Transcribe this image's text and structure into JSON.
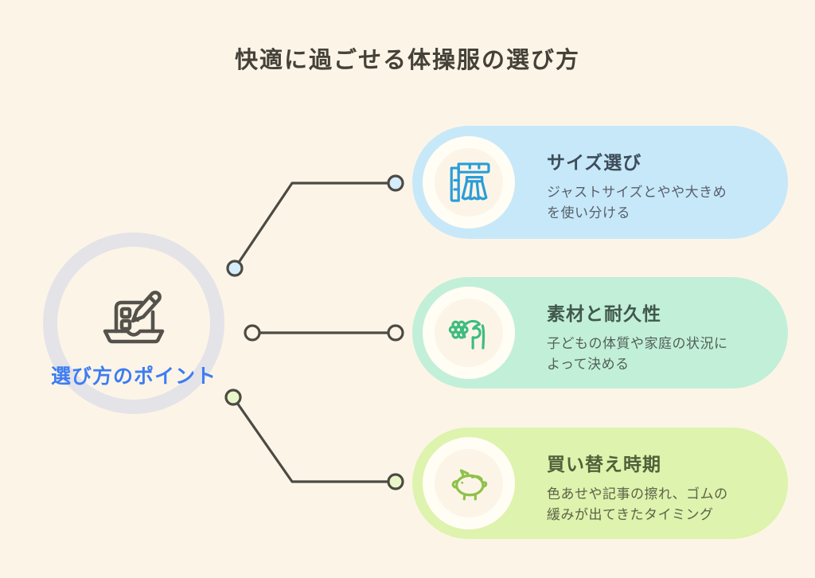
{
  "title": "快適に過ごせる体操服の選び方",
  "title_color": "#454139",
  "background_color": "#fcf5e7",
  "connector_color": "#4c4a44",
  "center": {
    "label": "選び方のポイント",
    "label_color": "#3d7df2",
    "ring_color": "#e4e3e8",
    "icon": "laptop-pencil-icon",
    "icon_color": "#55524c"
  },
  "cards": [
    {
      "title": "サイズ選び",
      "body": "ジャストサイズとやや大きめを使い分ける",
      "bg_color": "#c7e8f9",
      "icon": "measuring-square-skirt-icon",
      "icon_color": "#2b9dd9",
      "title_color": "#3d4d59",
      "body_color": "#57606a",
      "dot_color": "#d6edfb"
    },
    {
      "title": "素材と耐久性",
      "body": "子どもの体質や家庭の状況によって決める",
      "bg_color": "#c2efd8",
      "icon": "hand-holding-gear-icon",
      "icon_color": "#3fbc80",
      "title_color": "#41584c",
      "body_color": "#536059",
      "dot_color": "#fcf5e7"
    },
    {
      "title": "買い替え時期",
      "body": "色あせや記事の擦れ、ゴムの緩みが出てきたタイミング",
      "bg_color": "#def3ad",
      "icon": "piggy-bank-icon",
      "icon_color": "#8ec14a",
      "title_color": "#51613b",
      "body_color": "#5c6349",
      "dot_color": "#e9f6c9"
    }
  ]
}
